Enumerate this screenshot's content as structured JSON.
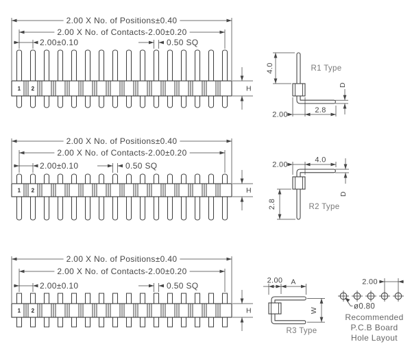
{
  "colors": {
    "line": "#3f3f3f",
    "dim": "#454545",
    "muted_label": "#787878",
    "caption": "#666666",
    "background": "#ffffff"
  },
  "front_views": [
    {
      "name": "front-view-row-1",
      "pin_count": 16,
      "pin_labels": [
        "1",
        "2"
      ],
      "dims": {
        "positions": "2.00 X No. of Positions±0.40",
        "contacts": "2.00 X No. of Contacts-2.00±0.20",
        "pitch": "2.00±0.10",
        "pin_square": "0.50 SQ",
        "body_height": "H"
      }
    },
    {
      "name": "front-view-row-2",
      "pin_count": 16,
      "pin_labels": [
        "1",
        "2"
      ],
      "dims": {
        "positions": "2.00 X No. of Positions±0.40",
        "contacts": "2.00 X No. of Contacts-2.00±0.20",
        "pitch": "2.00±0.10",
        "pin_square": "0.50 SQ",
        "body_height": "H"
      }
    },
    {
      "name": "front-view-row-3",
      "pin_count": 16,
      "pin_labels": [
        "1",
        "2"
      ],
      "dims": {
        "positions": "2.00 X No. of Positions±0.40",
        "contacts": "2.00 X No. of Contacts-2.00±0.20",
        "pitch": "2.00±0.10",
        "pin_square": "0.50 SQ",
        "body_height": "H"
      }
    }
  ],
  "side_views": [
    {
      "label": "R1 Type",
      "dims": {
        "post_height": "4.0",
        "tail_thickness": "D",
        "body_offset": "2.00",
        "arm_length": "2.8"
      }
    },
    {
      "label": "R2 Type",
      "dims": {
        "body_offset": "2.00",
        "arm_length": "4.0",
        "tail_thickness": "D",
        "tail_length": "2.8"
      }
    },
    {
      "label": "R3 Type",
      "dims": {
        "body_offset": "2.00",
        "arm_length": "A",
        "arm_span": "W"
      }
    }
  ],
  "pcb_layout": {
    "hole_count": 5,
    "dims": {
      "pitch": "2.00",
      "hole_diameter": "ø0.80"
    },
    "caption": [
      "Recommended",
      "P.C.B Board",
      "Hole Layout"
    ]
  }
}
